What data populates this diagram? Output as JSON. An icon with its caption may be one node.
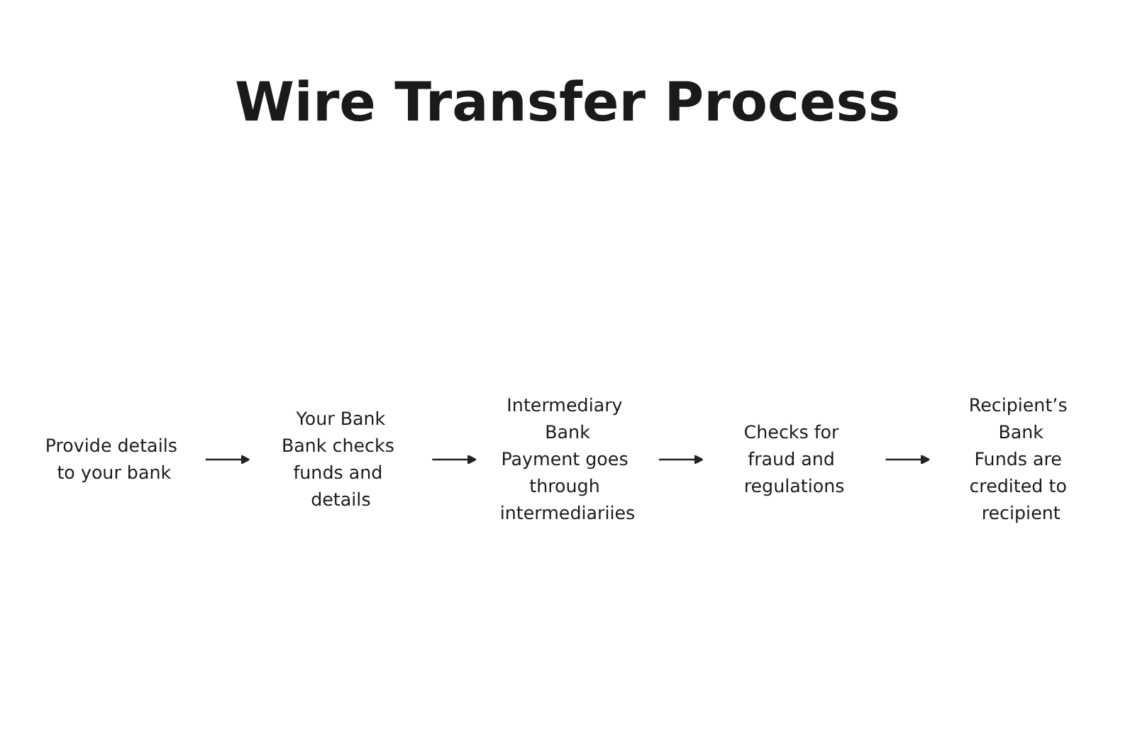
{
  "diagram": {
    "title": "Wire Transfer Process",
    "nodes": [
      {
        "text": [
          "Provide details to your bank"
        ]
      },
      {
        "text": [
          "Your Bank",
          "Bank checks funds and details"
        ]
      },
      {
        "text": [
          "Intermediary Bank",
          "Payment goes through intermediariies"
        ]
      },
      {
        "text": [
          "Checks for fraud and regulations"
        ]
      },
      {
        "text": [
          "Recipient’s Bank",
          "Funds are credited to recipient"
        ]
      }
    ],
    "edges": [
      {
        "from": 0,
        "to": 1,
        "arrow": "to"
      },
      {
        "from": 1,
        "to": 2,
        "arrow": "to"
      },
      {
        "from": 2,
        "to": 3,
        "arrow": "to"
      },
      {
        "from": 3,
        "to": 4,
        "arrow": "to"
      }
    ]
  }
}
